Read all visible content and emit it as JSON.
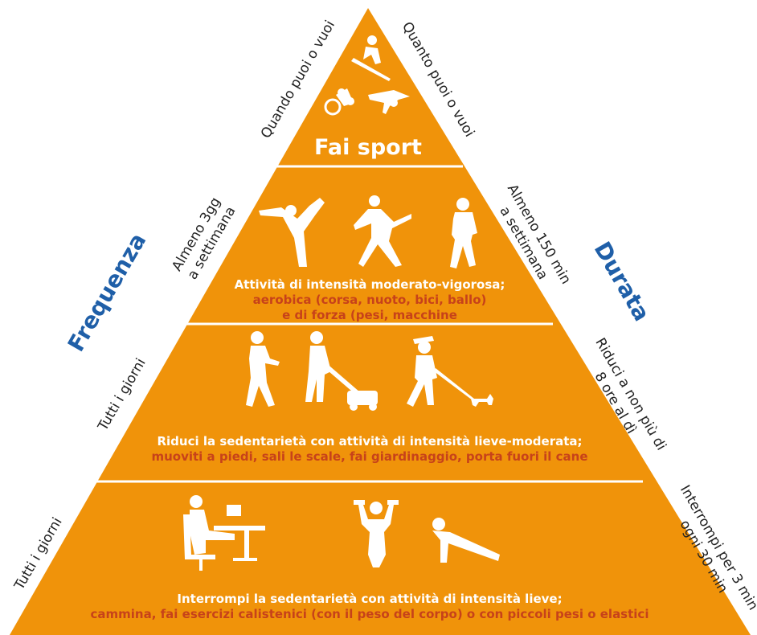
{
  "colors": {
    "fill": "#f0930a",
    "divider": "#ffffff",
    "accent_text": "#c7421a",
    "axis_text": "#1f5fa8",
    "silhouette": "#ffffff"
  },
  "axes": {
    "left": "Frequenza",
    "right": "Durata"
  },
  "levels": [
    {
      "title": "Fai sport",
      "left_note": [
        "Quando puoi o vuoi"
      ],
      "right_note": [
        "Quanto puoi o vuoi"
      ],
      "icons": [
        "ski-jump-icon",
        "cyclist-icon",
        "gymnast-icon"
      ]
    },
    {
      "caption_white": [
        "Attività di intensità moderato-vigorosa;"
      ],
      "caption_accent": [
        "aerobica (corsa, nuoto, bici, ballo)",
        "e di forza (pesi, macchine"
      ],
      "left_note": [
        "Almeno 3gg",
        "a settimana"
      ],
      "right_note": [
        "Almeno 150 min",
        "a settimana"
      ],
      "icons": [
        "yoga-pose-icon",
        "dancer-icon",
        "runner-icon"
      ]
    },
    {
      "caption_white": [
        "Riduci la sedentarietà con attività di intensità lieve-moderata;"
      ],
      "caption_accent": [
        "muoviti a piedi, sali le scale, fai giardinaggio, porta fuori il cane"
      ],
      "left_note": [
        "Tutti i giorni"
      ],
      "right_note": [
        "Riduci a non più di",
        "8 ore al dì"
      ],
      "icons": [
        "walking-man-icon",
        "lawn-mower-icon",
        "dog-walking-icon"
      ]
    },
    {
      "caption_white": [
        "Interrompi la sedentarietà con attività di intensità lieve;"
      ],
      "caption_accent": [
        "cammina, fai esercizi calistenici (con il peso del corpo) o con piccoli pesi o elastici"
      ],
      "left_note": [
        "Tutti i giorni"
      ],
      "right_note": [
        "Interrompi per 3 min",
        "ogni 30 min"
      ],
      "icons": [
        "desk-worker-icon",
        "dumbbell-woman-icon",
        "pushup-icon"
      ]
    }
  ]
}
